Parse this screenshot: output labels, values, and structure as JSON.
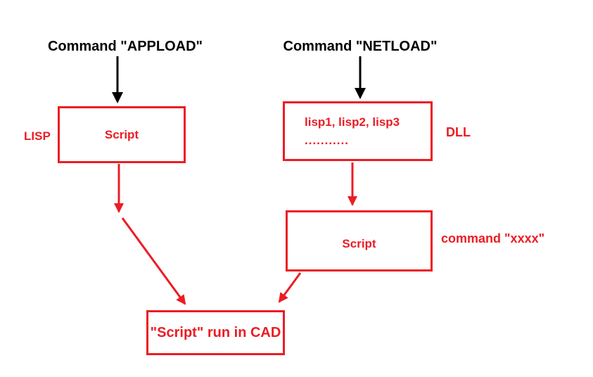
{
  "colors": {
    "red": "#ec1c24",
    "black": "#000000",
    "background": "#ffffff"
  },
  "headings": {
    "appload": "Command \"APPLOAD\"",
    "netload": "Command \"NETLOAD\""
  },
  "boxes": {
    "lisp_script": {
      "label": "Script"
    },
    "dll_list": {
      "line1": "lisp1, lisp2, lisp3",
      "line2": "..........."
    },
    "net_script": {
      "label": "Script"
    },
    "cad_run": {
      "label": "\"Script\" run in CAD"
    }
  },
  "side_labels": {
    "lisp": "LISP",
    "dll": "DLL",
    "command_xxxx": "command \"xxxx\""
  },
  "edges": [
    {
      "from": "appload-command-heading",
      "to": "lisp-script-box",
      "color": "black",
      "style": "straight-down"
    },
    {
      "from": "netload-command-heading",
      "to": "dll-list-box",
      "color": "black",
      "style": "straight-down"
    },
    {
      "from": "lisp-script-box",
      "to": "cad-run-box",
      "color": "red",
      "style": "down-then-diagonal"
    },
    {
      "from": "dll-list-box",
      "to": "net-script-box",
      "color": "red",
      "style": "straight-down"
    },
    {
      "from": "net-script-box",
      "to": "cad-run-box",
      "color": "red",
      "style": "diagonal"
    }
  ]
}
